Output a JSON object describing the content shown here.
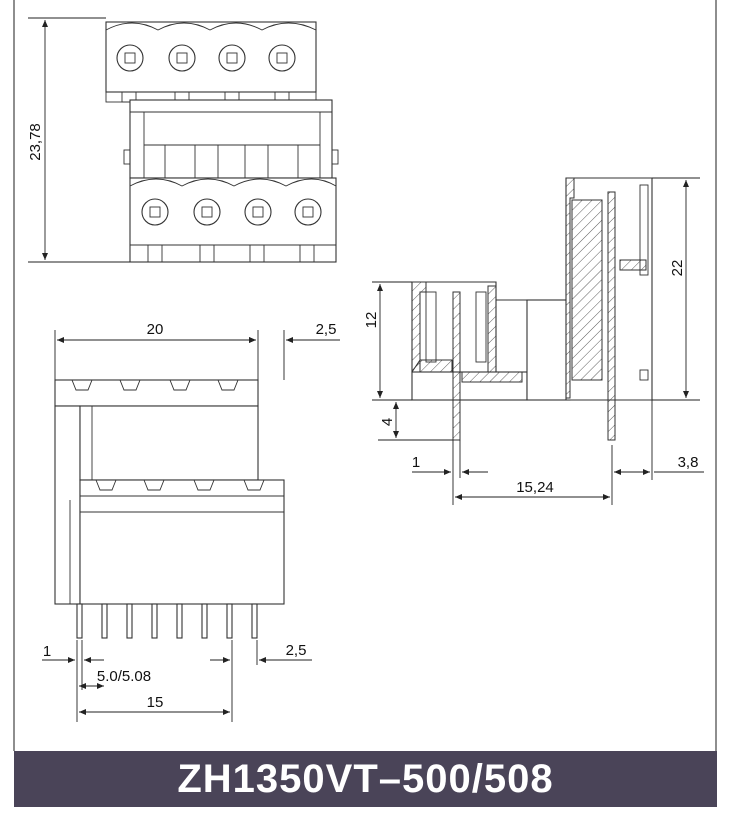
{
  "title": "ZH1350VT–500/508",
  "dimensions": {
    "top_height": "23,78",
    "front_width": "20",
    "front_offset": "2,5",
    "pin_thickness": "1",
    "pitch": "5.0/5.08",
    "pin_edge": "2,5",
    "pin_span": "15",
    "side_height": "12",
    "pin_length": "4",
    "side_pin_thickness": "1",
    "side_total_height": "22",
    "side_pin_spacing": "15,24",
    "side_offset": "3,8"
  },
  "colors": {
    "title_bar": "#4a4458",
    "title_text": "#ffffff",
    "line": "#333333"
  }
}
